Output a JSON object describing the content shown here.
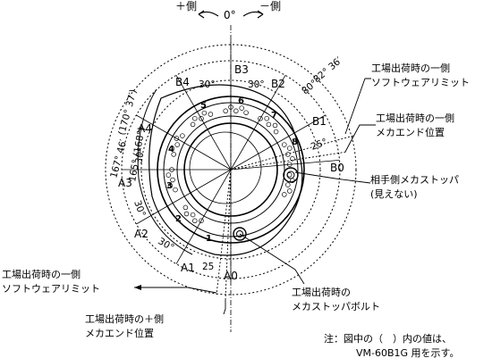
{
  "direction": {
    "plus": "＋側",
    "zero": "0°",
    "minus": "－側"
  },
  "axes": {
    "A0": "A0",
    "A1": "A1",
    "A2": "A2",
    "A3": "A3",
    "A4": "A4",
    "B0": "B0",
    "B1": "B1",
    "B2": "B2",
    "B3": "B3",
    "B4": "B4"
  },
  "angles": {
    "a_30_top_left": "30°",
    "a_30_top_right": "30°",
    "a_30_left_upper": "30°",
    "a_30_left_lower": "30°",
    "a_30_bottom_left": "30°",
    "a_25_bottom": "25",
    "a_25_right": "25°",
    "a_80": "80°",
    "a_82_36": "82° 36′",
    "a_170_37": "(170° 37′)",
    "a_167_46": "167° 46′",
    "a_165_168": "165° (168°)"
  },
  "hole_numbers": [
    "1",
    "2",
    "3",
    "4",
    "5",
    "6",
    "7",
    "8"
  ],
  "callouts": {
    "minus_soft_limit": [
      "工場出荷時の一側",
      "ソフトウェアリミット"
    ],
    "minus_mech_end": [
      "工場出荷時の一側",
      "メカエンド位置"
    ],
    "opposite_stopper": [
      "相手側メカストッパ",
      "(見えない)"
    ],
    "mech_stopper_bolt": [
      "工場出荷時の",
      "メカストッパボルト"
    ],
    "plus_soft_limit": [
      "工場出荷時の一側",
      "ソフトウェアリミット"
    ],
    "plus_mech_end": [
      "工場出荷時の＋側",
      "メカエンド位置"
    ]
  },
  "note": [
    "注：図中の（　）内の値は、",
    "VM-60B1G 用を示す。"
  ]
}
